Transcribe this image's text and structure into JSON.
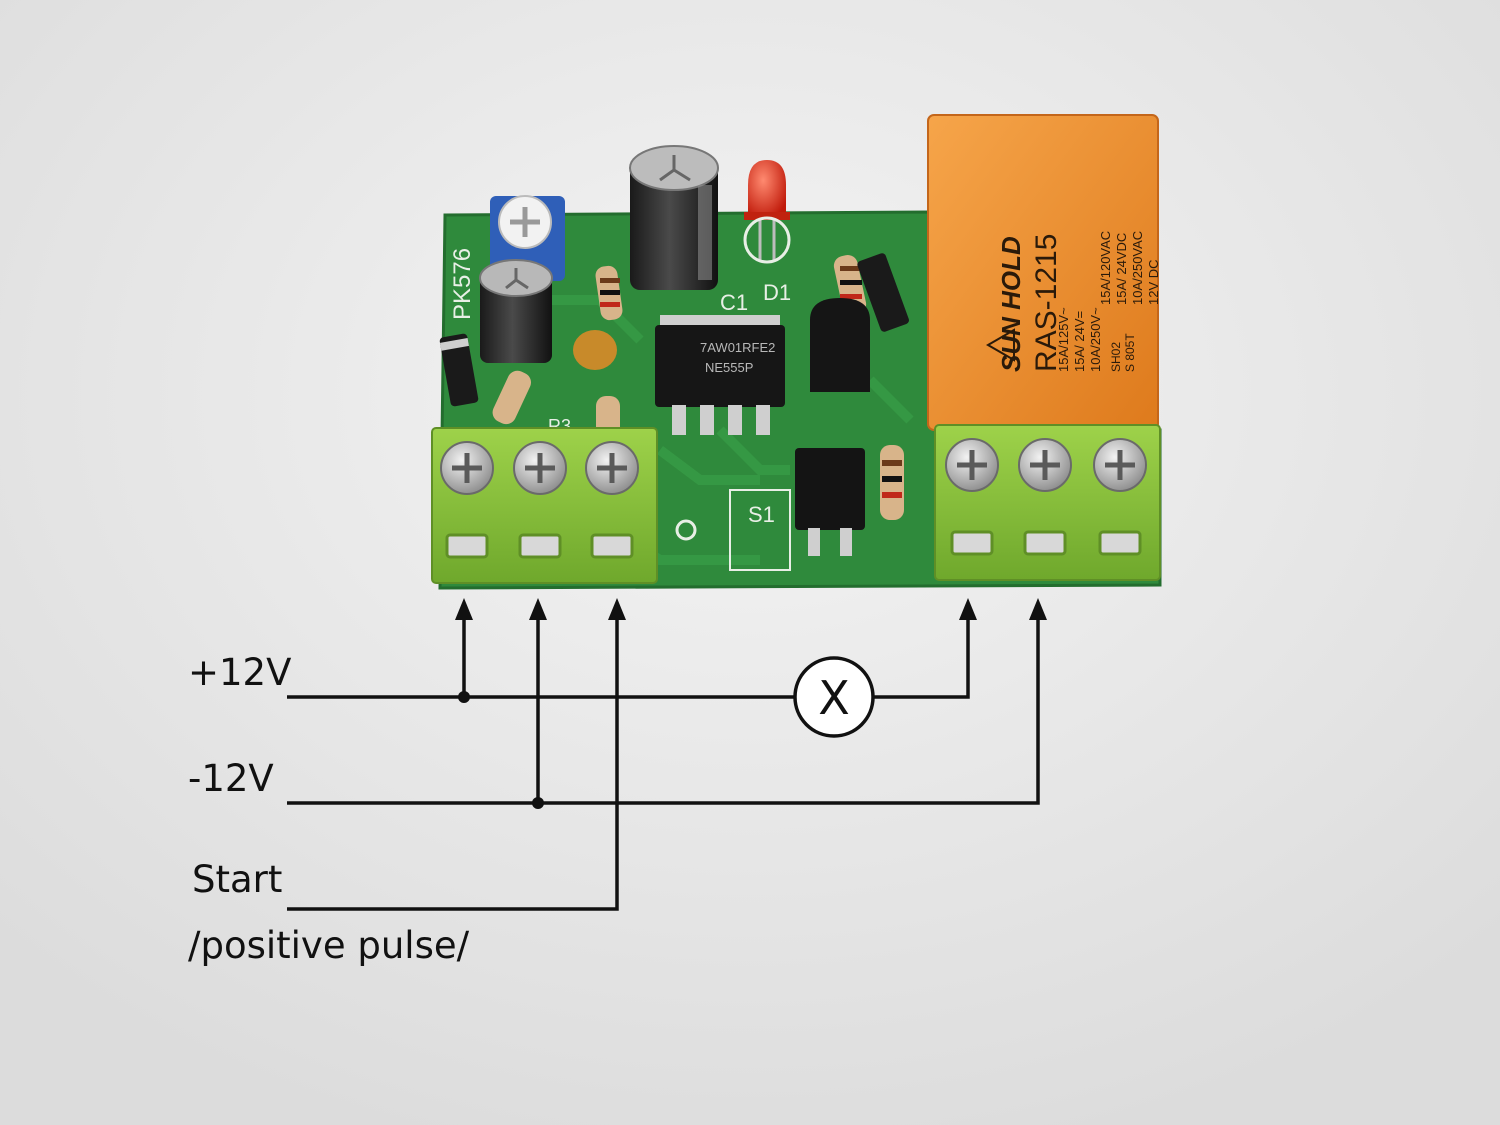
{
  "board": {
    "code": "PK576",
    "silkscreen": {
      "c1": "C1",
      "d1": "D1",
      "s1": "S1",
      "r3": "R3"
    },
    "ic_marking_1": "7AW01RFE2",
    "ic_marking_2": "NE555P",
    "relay": {
      "brand": "SUN HOLD",
      "model": "RAS-1215",
      "rating_left": [
        "15A/125V~",
        "15A/ 24V=",
        "10A/250V~"
      ],
      "rating_right": [
        "15A/120VAC",
        "15A/ 24VDC",
        "10A/250VAC",
        "12V DC"
      ],
      "code_1": "SH02",
      "code_2": "S 805T"
    },
    "colors": {
      "pcb": "#2f8a3c",
      "terminal": "#8cc43a",
      "relay": "#f08c2c",
      "led": "#e22b1a"
    }
  },
  "labels": {
    "plus12v": "+12V",
    "minus12v": "-12V",
    "start": "Start",
    "start_note": "/positive pulse/",
    "lamp": "X"
  }
}
